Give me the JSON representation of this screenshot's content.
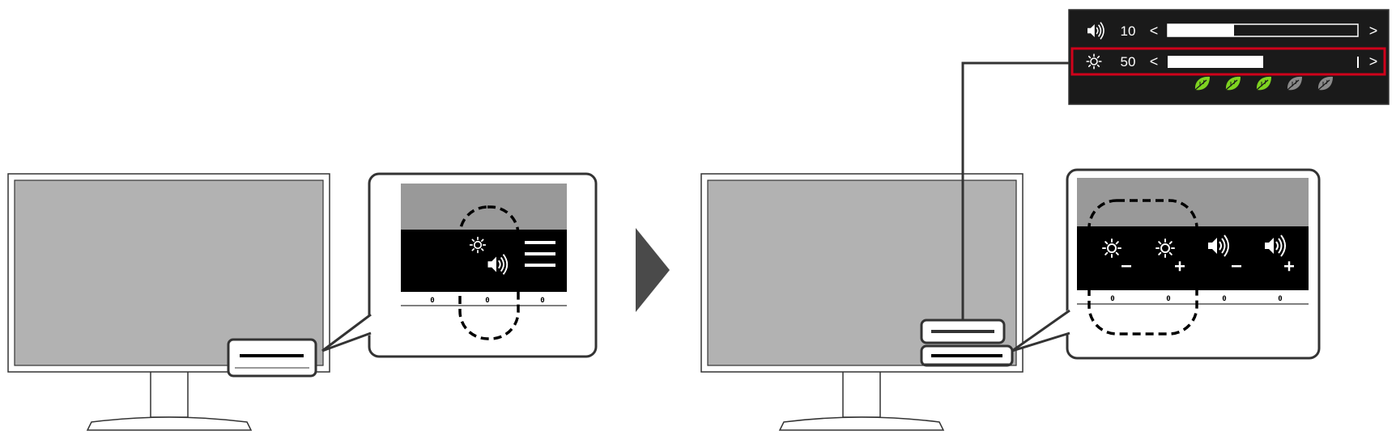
{
  "colors": {
    "screen_gray": "#b2b2b2",
    "panel_dark": "#000000",
    "panel_light_gray": "#999999",
    "osd_bg": "#1a1a1a",
    "highlight_red": "#d0021b",
    "leaf_green": "#7ed321",
    "leaf_gray": "#8a8a8a",
    "arrow_gray": "#4a4a4a"
  },
  "left_callout": {
    "icons": [
      "brightness-icon",
      "volume-icon",
      "menu-icon"
    ],
    "button_marks": [
      "0",
      "0",
      "0"
    ]
  },
  "right_callout": {
    "icons": [
      "brightness-down-icon",
      "brightness-up-icon",
      "volume-down-icon",
      "volume-up-icon"
    ],
    "button_marks": [
      "0",
      "0",
      "0",
      "0"
    ]
  },
  "osd": {
    "volume": {
      "icon": "volume-icon",
      "value": "10",
      "left_arrow": "<",
      "right_arrow": ">",
      "level": 0.35
    },
    "brightness": {
      "icon": "brightness-icon",
      "value": "50",
      "left_arrow": "<",
      "right_arrow": ">",
      "level": 0.5
    },
    "eco_leaves": {
      "total": 5,
      "active": 3
    }
  }
}
